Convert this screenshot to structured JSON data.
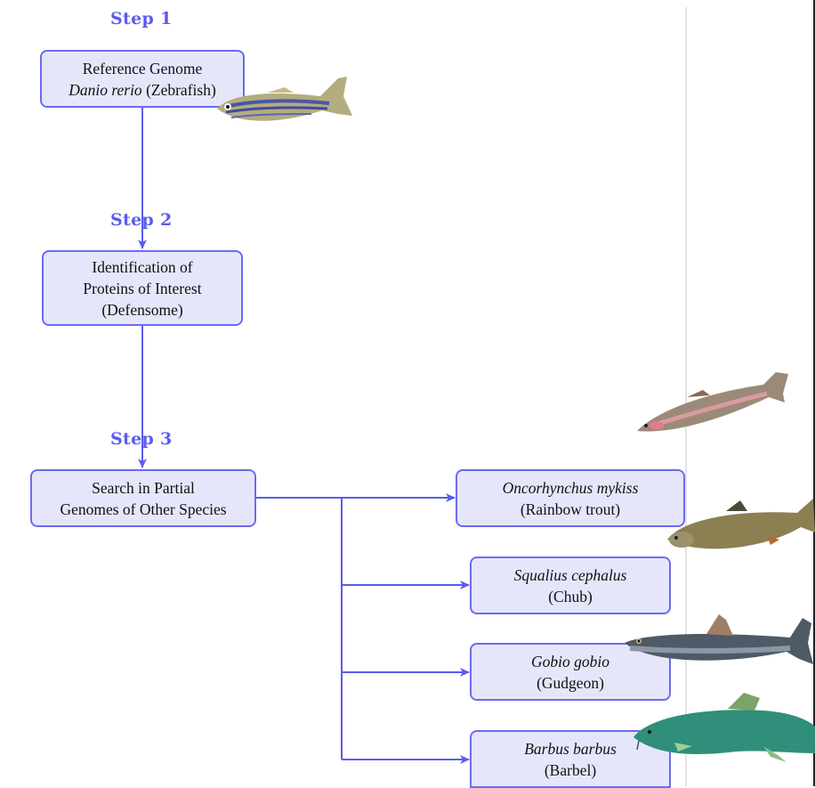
{
  "steps": [
    {
      "label": "Step 1"
    },
    {
      "label": "Step 2"
    },
    {
      "label": "Step 3"
    }
  ],
  "boxes": {
    "reference": {
      "line1": "Reference Genome",
      "species": "Danio rerio",
      "common": "(Zebrafish)"
    },
    "identification": {
      "line1": "Identification of",
      "line2": "Proteins of Interest",
      "line3": "(Defensome)"
    },
    "search": {
      "line1": "Search in Partial",
      "line2": "Genomes of Other Species"
    }
  },
  "species": [
    {
      "scientific": "Oncorhynchus mykiss",
      "common": "(Rainbow trout)"
    },
    {
      "scientific": "Squalius cephalus",
      "common": "(Chub)"
    },
    {
      "scientific": "Gobio gobio",
      "common": "(Gudgeon)"
    },
    {
      "scientific": "Barbus barbus",
      "common": "(Barbel)"
    }
  ],
  "images": {
    "zebrafish": "zebrafish-photo",
    "trout": "rainbow-trout-photo",
    "chub": "chub-photo",
    "gudgeon": "gudgeon-photo",
    "barbel": "barbel-photo"
  },
  "colors": {
    "accent": "#5b5bf0",
    "box_fill": "#e6e6fb",
    "box_border": "#6b6bf2"
  }
}
